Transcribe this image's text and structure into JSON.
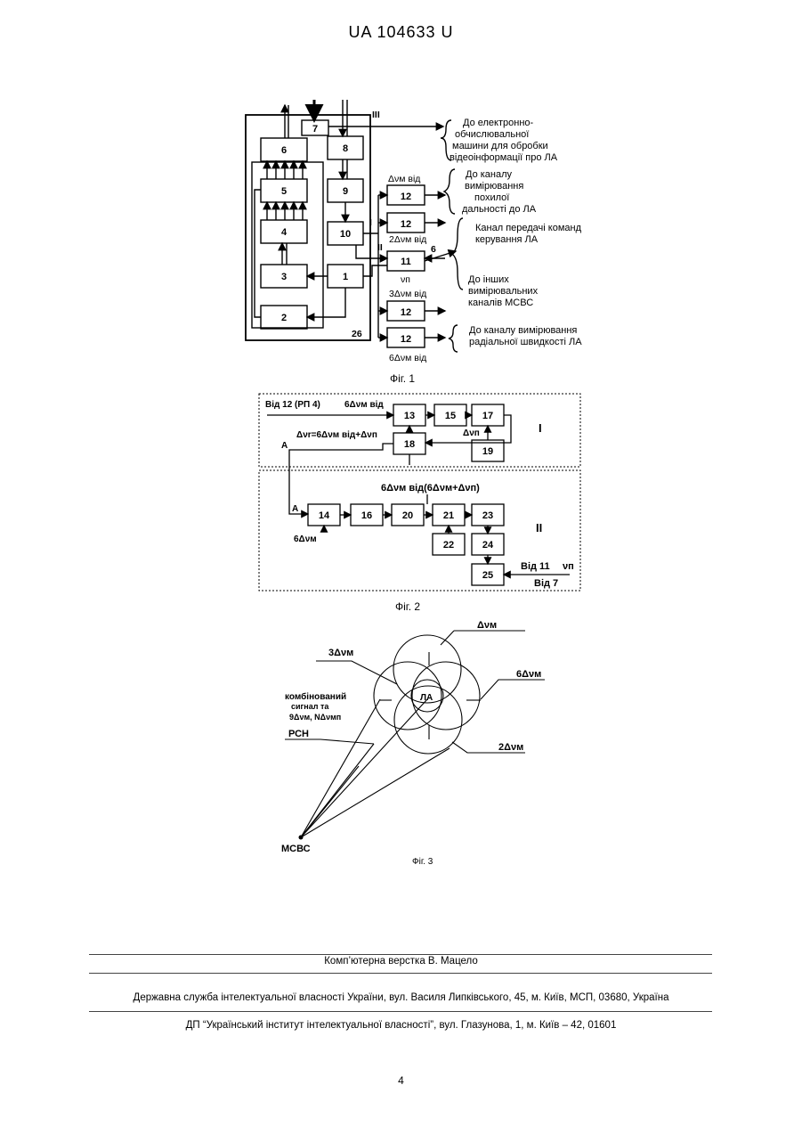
{
  "header": {
    "doc_number": "UA   104633   U"
  },
  "fig1": {
    "caption": "Фіг. 1",
    "blocks": [
      "7",
      "6",
      "8",
      "5",
      "9",
      "4",
      "10",
      "11",
      "3",
      "1",
      "2"
    ],
    "block12": "12",
    "label_26": "26",
    "roman_I": "I",
    "roman_II": "II",
    "roman_III": "III",
    "label_6": "6",
    "dv_vid": "Δνм від",
    "dv2": "2Δνм від",
    "dv3": "3Δνм від",
    "dv6": "6Δνм від",
    "nu_p": "νп",
    "out_computer": [
      "До електронно-",
      "обчислювальної",
      "машини для обробки",
      "відеоінформації про ЛА"
    ],
    "out_range": [
      "До каналу",
      "вимірювання",
      "похилої",
      "дальності до ЛА"
    ],
    "out_command": [
      "Канал передачі команд",
      "керування ЛА"
    ],
    "out_other": [
      "До інших",
      "вимірювальних",
      "каналів МСВС"
    ],
    "out_speed": [
      "До каналу вимірювання",
      "радіальної швидкості ЛА"
    ]
  },
  "fig2": {
    "caption": "Фіг. 2",
    "input_label": "Від 12 (РП 4)",
    "dv6_top": "6Δνм від",
    "blocks_I": [
      "13",
      "15",
      "17",
      "18",
      "19"
    ],
    "blocks_II": [
      "14",
      "16",
      "20",
      "21",
      "23",
      "22",
      "24",
      "25"
    ],
    "section_I": "I",
    "section_II": "II",
    "nu_r": "Δνr=6Δνм від+Δνп",
    "dnu_p": "Δνп",
    "label_A1": "A",
    "label_A2": "A",
    "dv6_14": "6Δνм",
    "combo": "6Δνм від(6Δνм+Δνп)",
    "from_11": "Від 11",
    "nu_p": "νп",
    "from_7": "Від 7"
  },
  "fig3": {
    "caption": "Фіг. 3",
    "dv": "Δνм",
    "dv3": "3Δνм",
    "dv6": "6Δνм",
    "dv2": "2Δνм",
    "la": "ЛА",
    "combined": [
      "комбінований",
      "сигнал та",
      "9Δνм, NΔνмп"
    ],
    "rsn": "РСН",
    "msvs": "МСВС"
  },
  "footer": {
    "layout_by": "Комп’ютерна верстка В. Мацело",
    "service": "Державна служба інтелектуальної власності України, вул. Василя Липківського, 45, м. Київ, МСП, 03680, Україна",
    "institute": "ДП “Український інститут інтелектуальної власності”, вул. Глазунова, 1, м. Київ – 42, 01601",
    "page": "4"
  }
}
